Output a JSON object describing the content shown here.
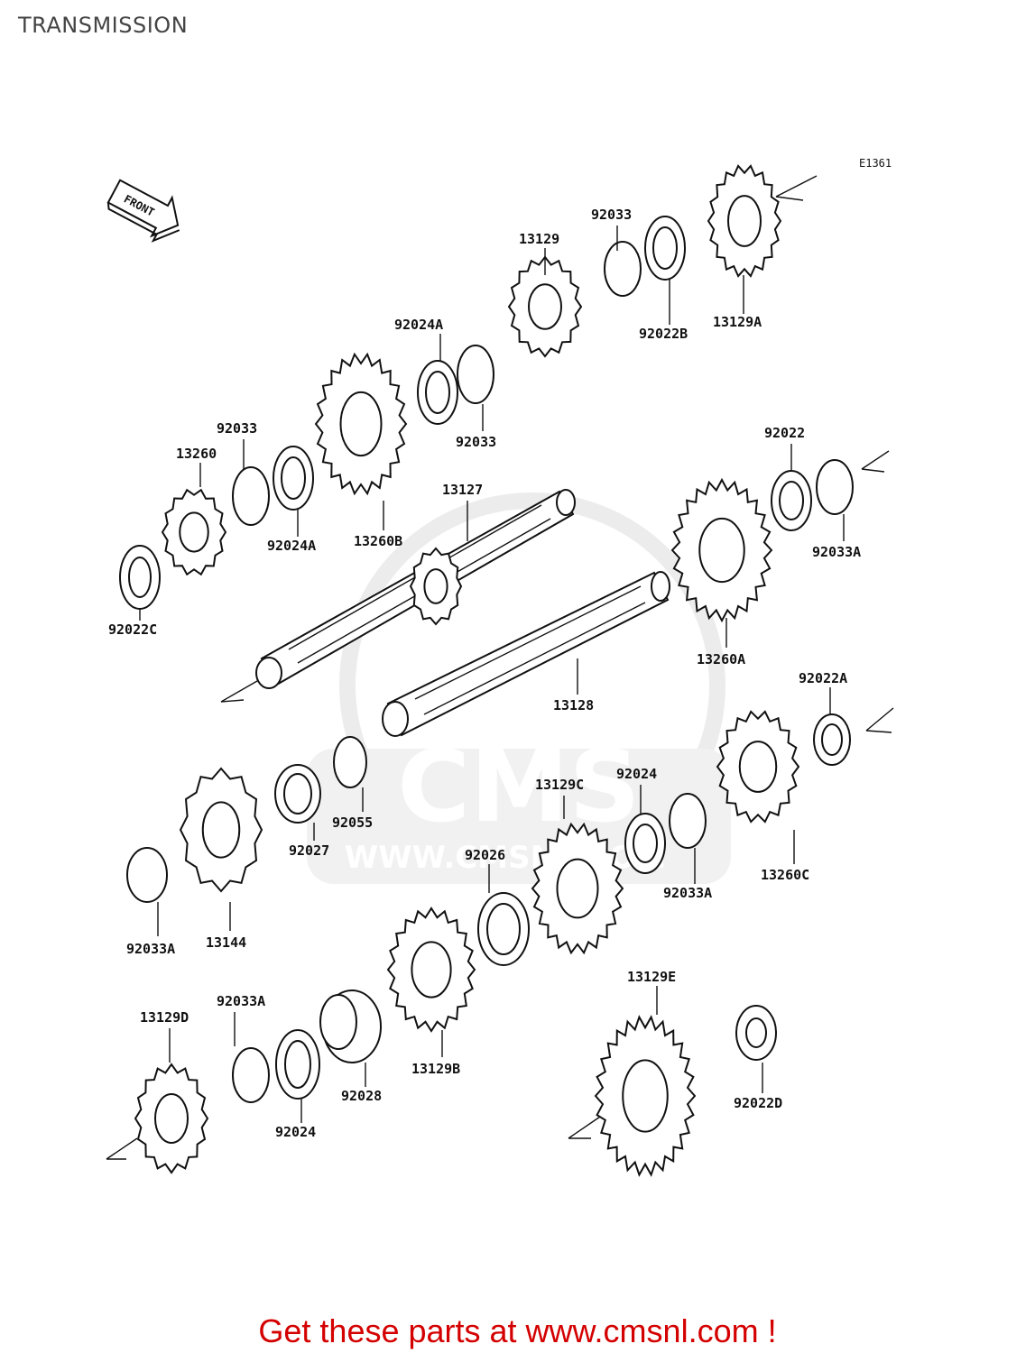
{
  "page": {
    "title": "TRANSMISSION"
  },
  "diagram": {
    "code": "E1361",
    "front_label": "FRONT",
    "watermark_text": "CMS",
    "watermark_url": "WWW.CMSNL.COM",
    "parts": [
      {
        "id": "13129A",
        "label": "13129A"
      },
      {
        "id": "92022B",
        "label": "92022B"
      },
      {
        "id": "92033-top",
        "label": "92033"
      },
      {
        "id": "13129",
        "label": "13129"
      },
      {
        "id": "92024A-upper",
        "label": "92024A"
      },
      {
        "id": "92033-mid",
        "label": "92033"
      },
      {
        "id": "13260B",
        "label": "13260B"
      },
      {
        "id": "92024A-lower",
        "label": "92024A"
      },
      {
        "id": "92033-left",
        "label": "92033"
      },
      {
        "id": "13260",
        "label": "13260"
      },
      {
        "id": "92022C",
        "label": "92022C"
      },
      {
        "id": "13127",
        "label": "13127"
      },
      {
        "id": "92022",
        "label": "92022"
      },
      {
        "id": "92033A-right",
        "label": "92033A"
      },
      {
        "id": "13260A",
        "label": "13260A"
      },
      {
        "id": "13128",
        "label": "13128"
      },
      {
        "id": "92022A",
        "label": "92022A"
      },
      {
        "id": "13260C",
        "label": "13260C"
      },
      {
        "id": "92033A-mid",
        "label": "92033A"
      },
      {
        "id": "92024-mid",
        "label": "92024"
      },
      {
        "id": "13129C",
        "label": "13129C"
      },
      {
        "id": "92055",
        "label": "92055"
      },
      {
        "id": "92027",
        "label": "92027"
      },
      {
        "id": "13144",
        "label": "13144"
      },
      {
        "id": "92033A-left",
        "label": "92033A"
      },
      {
        "id": "92026",
        "label": "92026"
      },
      {
        "id": "13129B",
        "label": "13129B"
      },
      {
        "id": "92028",
        "label": "92028"
      },
      {
        "id": "92024-low",
        "label": "92024"
      },
      {
        "id": "92033A-low",
        "label": "92033A"
      },
      {
        "id": "13129D",
        "label": "13129D"
      },
      {
        "id": "13129E",
        "label": "13129E"
      },
      {
        "id": "92022D",
        "label": "92022D"
      }
    ]
  },
  "footer": {
    "link_text": "Get these parts at www.cmsnl.com !"
  },
  "colors": {
    "footer": "#d40000",
    "ink": "#111111",
    "title": "#444444",
    "watermark": "#dddddd"
  }
}
